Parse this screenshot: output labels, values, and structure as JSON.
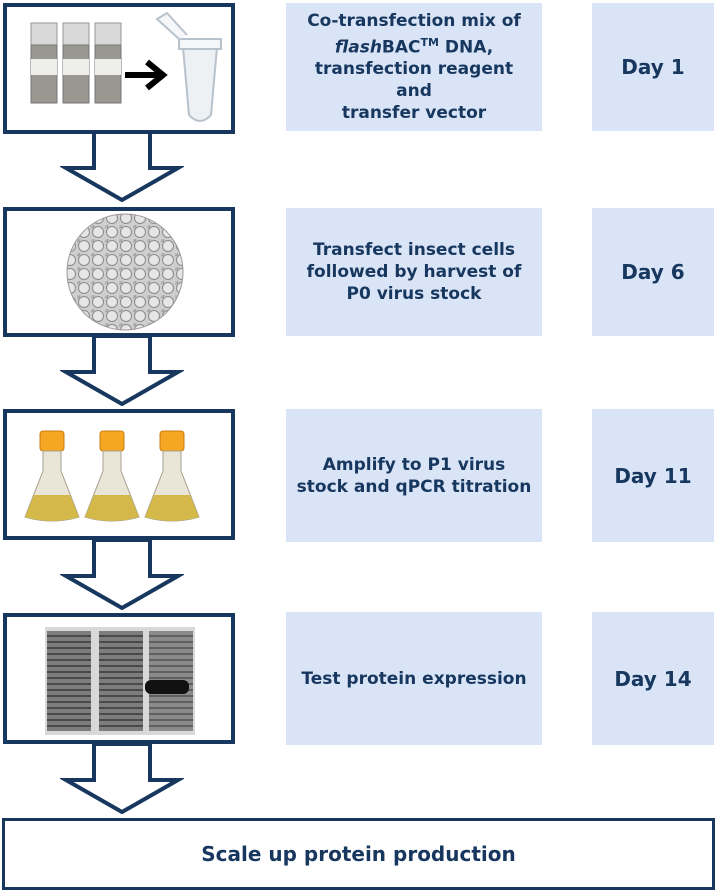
{
  "steps": [
    {
      "image": "tubes-to-microtube",
      "desc_lines": [
        [
          "Co-transfection mix of"
        ],
        [
          "flash",
          "BAC",
          "TM",
          " DNA,"
        ],
        [
          "transfection reagent and"
        ],
        [
          "transfer vector"
        ]
      ],
      "desc_line1": "Co-transfection mix of",
      "desc_flash": "flash",
      "desc_bac": "BAC",
      "desc_tm": "TM",
      "desc_dna": " DNA,",
      "desc_line3": "transfection reagent and",
      "desc_line4": "transfer vector",
      "day": "Day 1"
    },
    {
      "image": "insect-cells-micrograph",
      "desc": "Transfect insect cells followed by harvest of P0 virus stock",
      "day": "Day 6"
    },
    {
      "image": "three-flasks",
      "desc": "Amplify to P1 virus stock and qPCR titration",
      "day": "Day 11"
    },
    {
      "image": "protein-gel",
      "desc": "Test protein expression",
      "day": "Day 14"
    }
  ],
  "final": "Scale up protein production",
  "colors": {
    "border": "#17375e",
    "box_fill": "#d9e4f7",
    "flask_cap": "#f5a623",
    "flask_liquid": "#d4b94a"
  }
}
